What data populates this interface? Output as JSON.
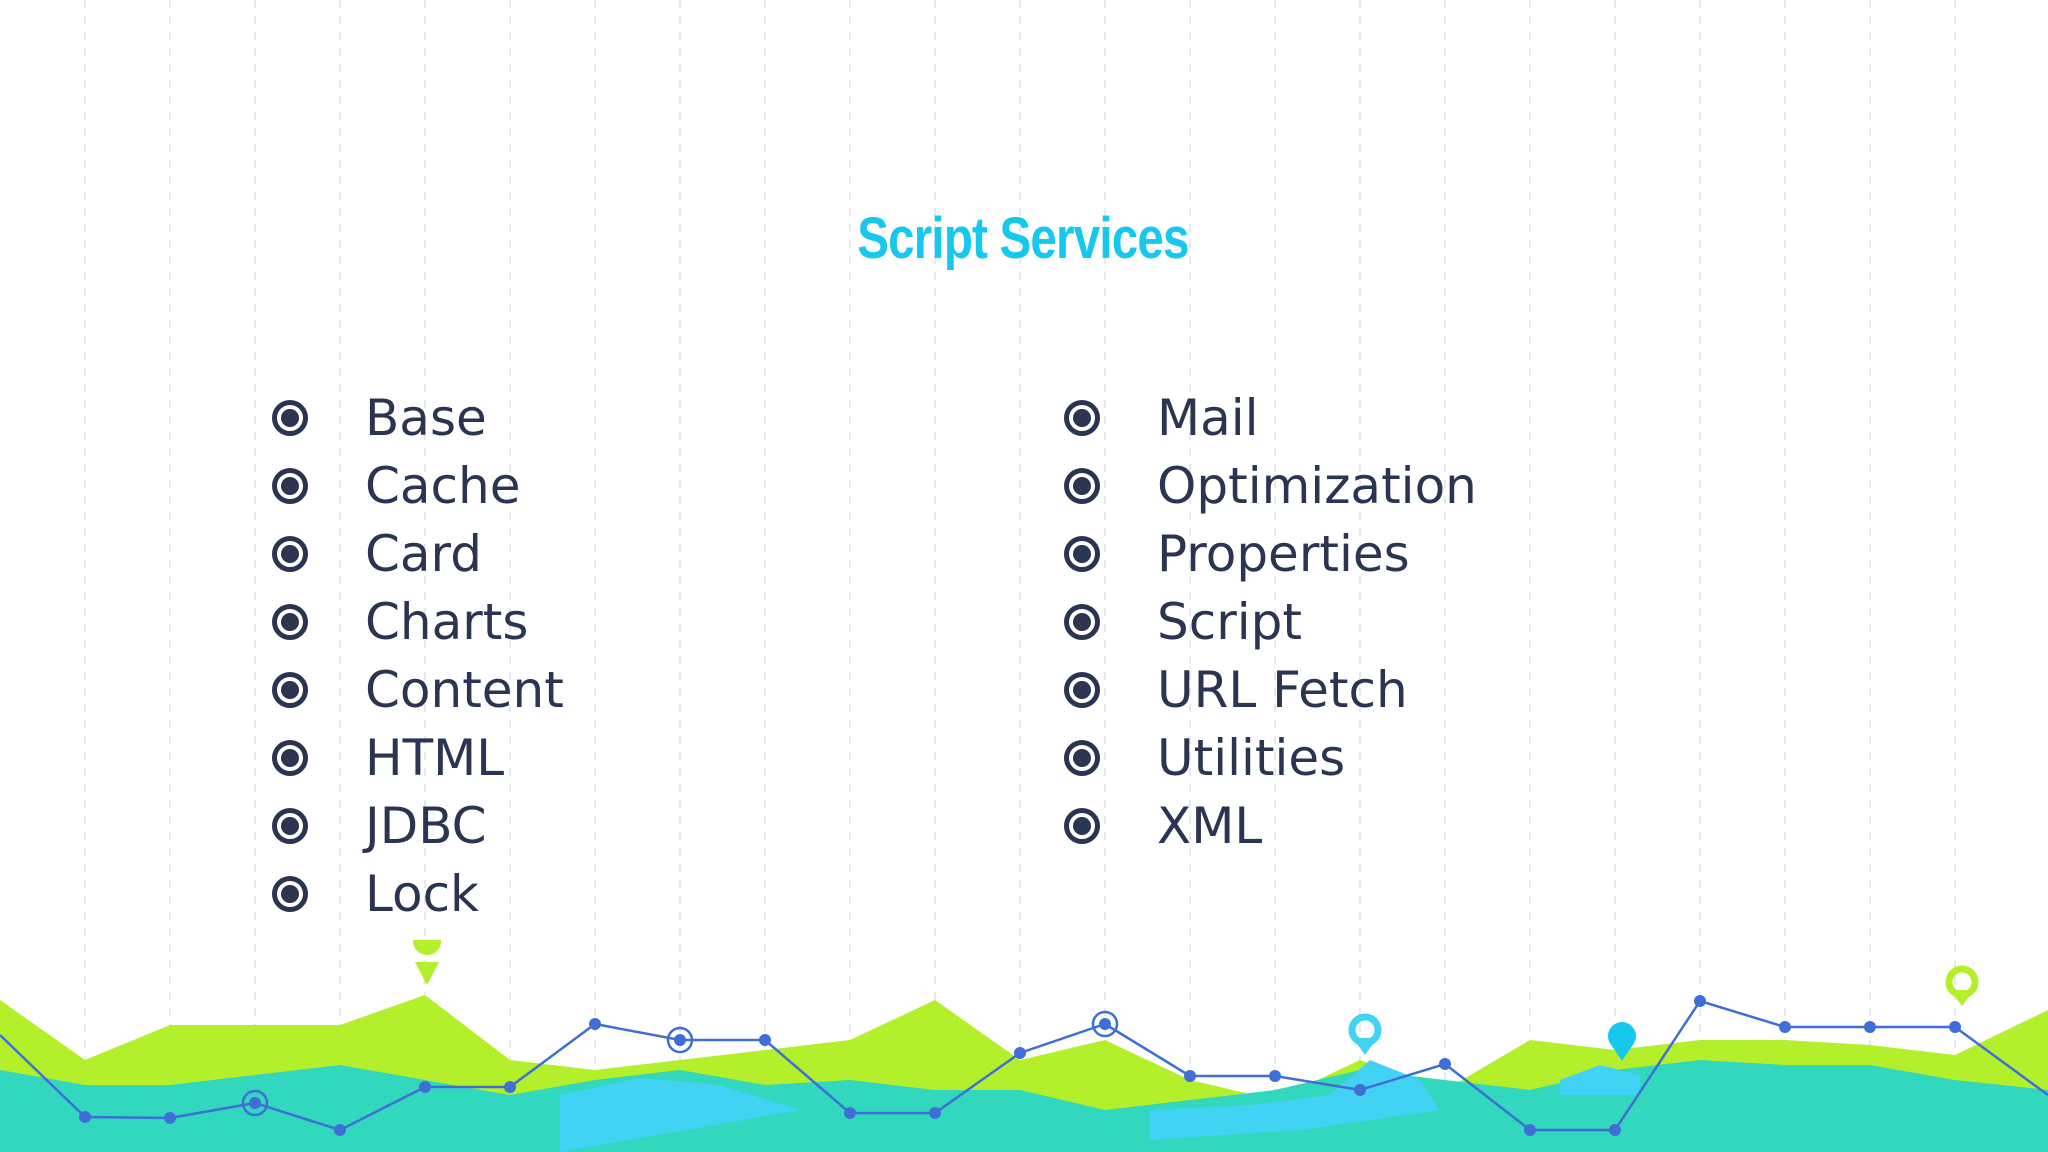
{
  "slide": {
    "title": "Script Services",
    "title_color": "#16c8ee",
    "text_color": "#2b3450",
    "bullet_icon": "radio-bullet-icon"
  },
  "services_left": [
    "Base",
    "Cache",
    "Card",
    "Charts",
    "Content",
    "HTML",
    "JDBC",
    "Lock"
  ],
  "services_right": [
    "Mail",
    "Optimization",
    "Properties",
    "Script",
    "URL Fetch",
    "Utilities",
    "XML"
  ],
  "decoration": {
    "colors": {
      "lime": "#b4ef2c",
      "teal": "#31d8bd",
      "cyan": "#41d2f4",
      "line": "#3f6fd6"
    },
    "icons": [
      "map-pin-icon"
    ]
  }
}
